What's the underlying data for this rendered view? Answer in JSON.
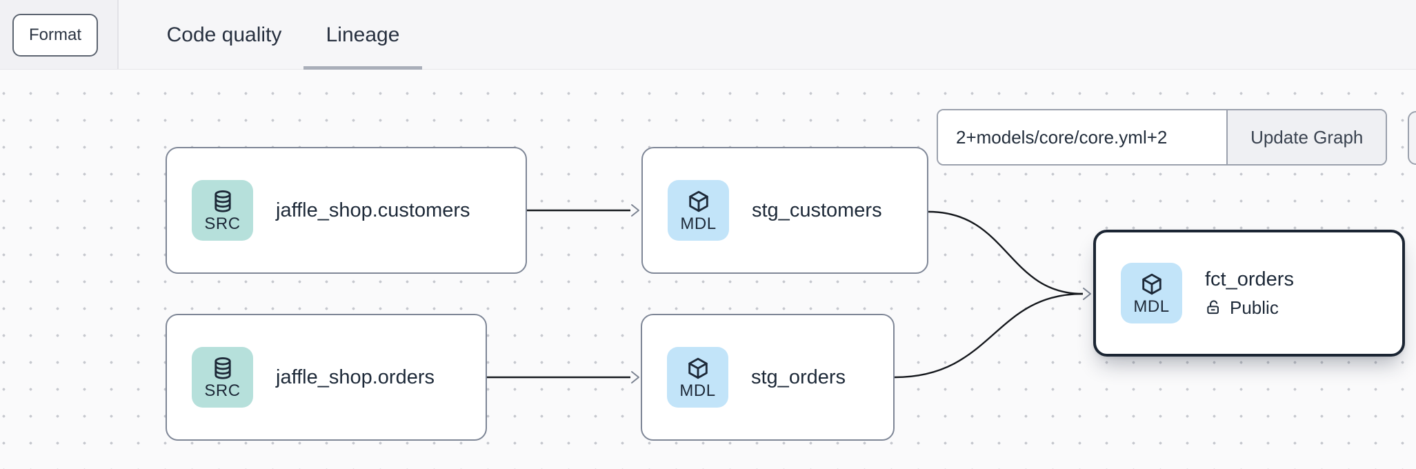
{
  "topbar": {
    "format_button": "Format",
    "tabs": [
      {
        "label": "Code quality",
        "active": false
      },
      {
        "label": "Lineage",
        "active": true
      }
    ]
  },
  "lineage": {
    "selector": {
      "input_value": "2+models/core/core.yml+2",
      "update_button": "Update Graph"
    },
    "nodes": {
      "jaffle_shop_customers": {
        "label": "jaffle_shop.customers",
        "type_badge": "SRC",
        "icon": "database-icon",
        "selected": false
      },
      "stg_customers": {
        "label": "stg_customers",
        "type_badge": "MDL",
        "icon": "cube-icon",
        "selected": false
      },
      "jaffle_shop_orders": {
        "label": "jaffle_shop.orders",
        "type_badge": "SRC",
        "icon": "database-icon",
        "selected": false
      },
      "stg_orders": {
        "label": "stg_orders",
        "type_badge": "MDL",
        "icon": "cube-icon",
        "selected": false
      },
      "fct_orders": {
        "label": "fct_orders",
        "type_badge": "MDL",
        "icon": "cube-icon",
        "access_badge": "Public",
        "access_icon": "lock-open-icon",
        "selected": true
      }
    },
    "edges": [
      {
        "from": "jaffle_shop.customers",
        "to": "stg_customers"
      },
      {
        "from": "jaffle_shop.orders",
        "to": "stg_orders"
      },
      {
        "from": "stg_customers",
        "to": "fct_orders"
      },
      {
        "from": "stg_orders",
        "to": "fct_orders"
      }
    ]
  },
  "colors": {
    "source_tile": "#b6e0db",
    "model_tile": "#c2e4f9",
    "node_border": "#7e8696",
    "selected_border": "#1b2533",
    "text_primary": "#1d2938",
    "edge_line": "#15181d",
    "arrowhead": "#7b8391",
    "tab_underline": "#a9aeb9",
    "canvas_bg": "#fafafb",
    "topbar_bg": "#f6f6f8",
    "dot_grid": "#c7c9cf"
  }
}
